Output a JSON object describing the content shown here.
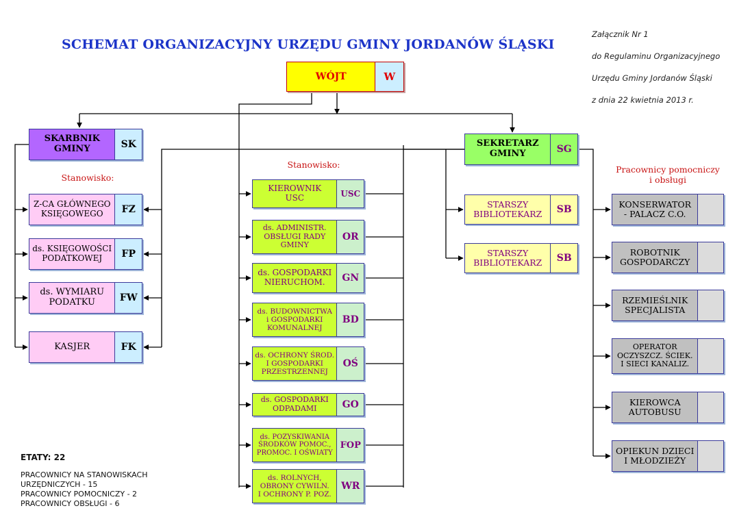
{
  "title": "SCHEMAT ORGANIZACYJNY URZĘDU GMINY JORDANÓW ŚLĄSKI",
  "note": [
    "Załącznik Nr 1",
    "do Regulaminu Organizacyjnego",
    "Urzędu Gminy Jordanów Śląski",
    "z dnia 22 kwietnia 2013 r."
  ],
  "section_labels": {
    "left": "Stanowisko:",
    "middle": "Stanowisko:",
    "right": "Pracownicy pomocniczy\ni obsługi"
  },
  "boxes": {
    "wojt": {
      "label": "WÓJT",
      "code": "W"
    },
    "skarbnik": {
      "label": "SKARBNIK\nGMINY",
      "code": "SK"
    },
    "sekretarz": {
      "label": "SEKRETARZ\nGMINY",
      "code": "SG"
    },
    "fz": {
      "label": "Z-CA GŁÓWNEGO\nKSIĘGOWEGO",
      "code": "FZ"
    },
    "fp": {
      "label": "ds. KSIĘGOWOŚCI\nPODATKOWEJ",
      "code": "FP"
    },
    "fw": {
      "label": "ds. WYMIARU\nPODATKU",
      "code": "FW"
    },
    "fk": {
      "label": "KASJER",
      "code": "FK"
    },
    "usc": {
      "label": "KIEROWNIK\nUSC",
      "code": "USC"
    },
    "or": {
      "label": "ds. ADMINISTR.\nOBSŁUGI RADY\nGMINY",
      "code": "OR"
    },
    "gn": {
      "label": "ds. GOSPODARKI\nNIERUCHOM.",
      "code": "GN"
    },
    "bd": {
      "label": "ds. BUDOWNICTWA\ni GOSPODARKI\nKOMUNALNEJ",
      "code": "BD"
    },
    "os": {
      "label": "ds. OCHRONY ŚROD.\nI GOSPODARKI\nPRZESTRZENNEJ",
      "code": "OŚ"
    },
    "go": {
      "label": "ds. GOSPODARKI\nODPADAMI",
      "code": "GO"
    },
    "fop": {
      "label": "ds. POZYSKIWANIA\nŚRODKÓW POMOC.,\nPROMOC. I OŚWIATY",
      "code": "FOP"
    },
    "wr": {
      "label": "ds. ROLNYCH,\nOBRONY CYWILN.\nI OCHRONY P. POZ.",
      "code": "WR"
    },
    "sb1": {
      "label": "STARSZY\nBIBLIOTEKARZ",
      "code": "SB"
    },
    "sb2": {
      "label": "STARSZY\nBIBLIOTEKARZ",
      "code": "SB"
    },
    "konserwator": {
      "label": "KONSERWATOR\n- PALACZ C.O.",
      "code": ""
    },
    "robotnik": {
      "label": "ROBOTNIK\nGOSPODARCZY",
      "code": ""
    },
    "rzemieslnik": {
      "label": "RZEMIEŚLNIK\nSPECJALISTA",
      "code": ""
    },
    "operator": {
      "label": "OPERATOR\nOCZYSZCZ. ŚCIEK.\nI SIECI KANALIZ.",
      "code": ""
    },
    "kierowca": {
      "label": "KIEROWCA\nAUTOBUSU",
      "code": ""
    },
    "opiekun": {
      "label": "OPIEKUN DZIECI\nI MŁODZIEŻY",
      "code": ""
    }
  },
  "stats": {
    "etaty": "ETATY: 22",
    "lines": [
      "PRACOWNICY NA STANOWISKACH",
      "URZĘDNICZYCH - 15",
      "PRACOWNICY POMOCNICZY - 2",
      "PRACOWNICY OBSŁUGI - 6"
    ]
  },
  "colors": {
    "title": "#1c34c8",
    "wojt_fill": "#ffff00",
    "wojt_text": "#e00000",
    "purple_fill": "#b366ff",
    "pink_fill": "#ffccf5",
    "lightblue_fill": "#cceeff",
    "lime_fill": "#ccff33",
    "mint_fill": "#ccf0cc",
    "green_fill": "#99ff66",
    "sb_fill": "#ffffaa",
    "gray_fill": "#c0c0c0",
    "code_purple": "#800080",
    "red_label": "#c81414"
  }
}
